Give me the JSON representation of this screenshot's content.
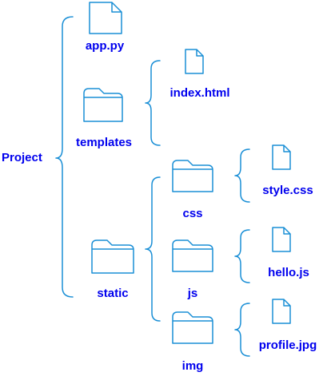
{
  "accent_color": "#1a8fd6",
  "text_color": "#0000ee",
  "tree": {
    "root": {
      "label": "Project",
      "icon": "folder-icon"
    },
    "app_py": {
      "label": "app.py",
      "icon": "file-icon"
    },
    "templates": {
      "label": "templates",
      "icon": "folder-icon"
    },
    "index_html": {
      "label": "index.html",
      "icon": "file-icon"
    },
    "static": {
      "label": "static",
      "icon": "folder-icon"
    },
    "css": {
      "label": "css",
      "icon": "folder-icon"
    },
    "style_css": {
      "label": "style.css",
      "icon": "file-icon"
    },
    "js": {
      "label": "js",
      "icon": "folder-icon"
    },
    "hello_js": {
      "label": "hello.js",
      "icon": "file-icon"
    },
    "img": {
      "label": "img",
      "icon": "folder-icon"
    },
    "profile_jpg": {
      "label": "profile.jpg",
      "icon": "file-icon"
    }
  }
}
